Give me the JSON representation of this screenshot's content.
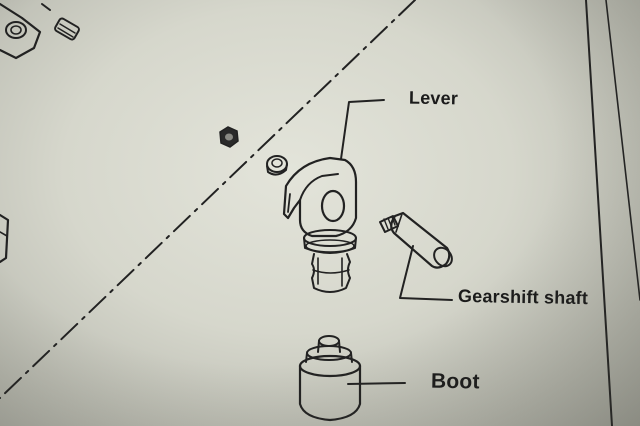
{
  "labels": {
    "lever": "Lever",
    "gearshift_shaft": "Gearshift shaft",
    "boot": "Boot"
  },
  "colors": {
    "paper": "#dcddd2",
    "ink": "#222222"
  }
}
